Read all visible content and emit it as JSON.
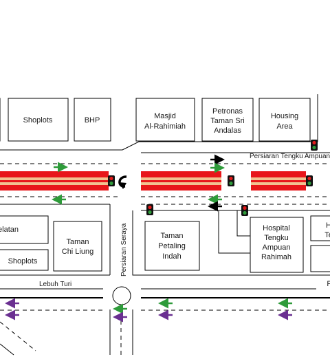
{
  "labels": {
    "shoplots_top": "Shoplots",
    "bhp": "BHP",
    "masjid_1": "Masjid",
    "masjid_2": "Al-Rahimiah",
    "petronas_1": "Petronas",
    "petronas_2": "Taman Sri",
    "petronas_3": "Andalas",
    "housing_1": "Housing",
    "housing_2": "Area",
    "selatan": "elatan",
    "shoplots_bottom": "Shoplots",
    "chiliung_1": "Taman",
    "chiliung_2": "Chi Liung",
    "petaling_1": "Taman",
    "petaling_2": "Petaling",
    "petaling_3": "Indah",
    "hospital_1": "Hospital",
    "hospital_2": "Tengku",
    "hospital_3": "Ampuan",
    "hospital_4": "Rahimah",
    "edge_h": "H",
    "edge_te": "Te",
    "edge_p": "P",
    "road_tengku": "Persiaran Tengku Ampuan",
    "road_seraya": "Persiaran Seraya",
    "road_turi": "Lebuh Turi"
  },
  "colors": {
    "road_line": "#000000",
    "blocked_red": "#e8161a",
    "blocked_tan": "#f1c291",
    "signal_red": "#e21b1b",
    "signal_green": "#2e9b3a",
    "arrow_green": "#2e9b3a",
    "arrow_purple": "#6a2f91",
    "arrow_black": "#000000"
  },
  "icons": [
    "traffic-light-icon",
    "u-turn-arrow-icon",
    "direction-arrow-icon"
  ]
}
